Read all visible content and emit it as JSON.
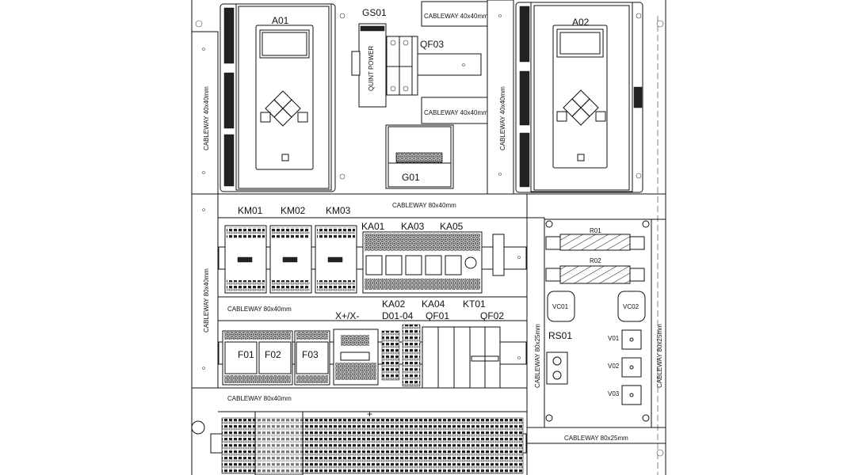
{
  "devices": {
    "a01": "A01",
    "a02": "A02",
    "gs01": "GS01",
    "qf03": "QF03",
    "g01": "G01",
    "km01": "KM01",
    "km02": "KM02",
    "km03": "KM03",
    "ka01": "KA01",
    "ka03": "KA03",
    "ka05": "KA05",
    "ka02": "KA02",
    "ka04": "KA04",
    "kt01": "KT01",
    "xpm": "X+/X-",
    "d01": "D01-04",
    "qf01": "QF01",
    "qf02": "QF02",
    "f01": "F01",
    "f02": "F02",
    "f03": "F03",
    "r01": "R01",
    "r02": "R02",
    "vc01": "VC01",
    "vc02": "VC02",
    "rs01": "RS01",
    "v01": "V01",
    "v02": "V02",
    "v03": "V03",
    "gs01_brand": "QUINT POWER",
    "plus": "+"
  },
  "cableways": {
    "top_right_1": "CABLEWAY 40x40mm",
    "top_right_2": "CABLEWAY 40x40mm",
    "left_top": "CABLEWAY 40x40mm",
    "mid_top": "CABLEWAY 40x40mm",
    "h80_top": "CABLEWAY 80x40mm",
    "left_mid": "CABLEWAY 80x40mm",
    "h80_mid": "CABLEWAY 80x40mm",
    "h80_bottom": "CABLEWAY 80x40mm",
    "right_plate_left": "CABLEWAY 80x25mm",
    "right_plate_right": "CABLEWAY 80x25mm",
    "right_bottom": "CABLEWAY 80x25mm"
  }
}
